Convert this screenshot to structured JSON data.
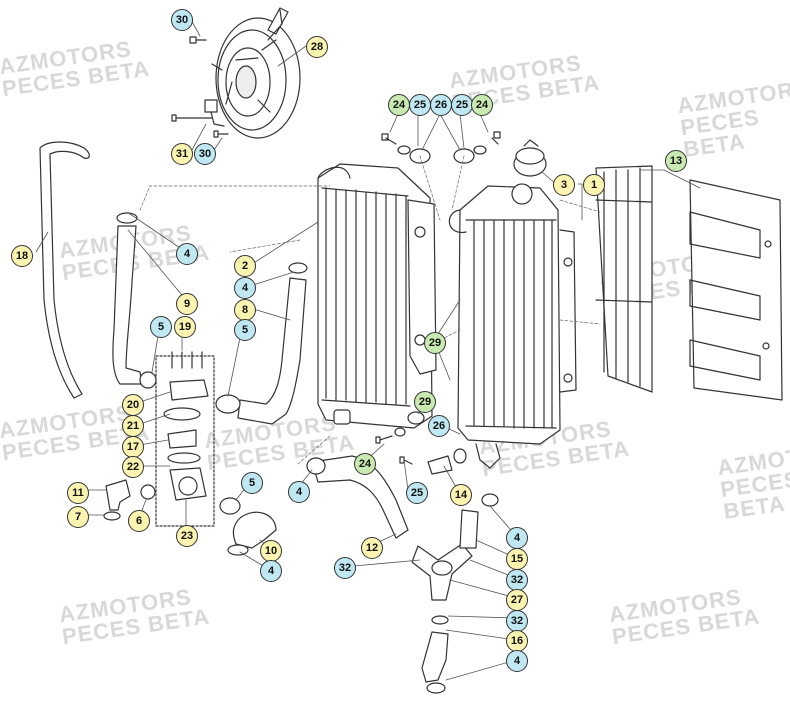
{
  "watermark": {
    "line1": "AZMOTORS",
    "line2": "PECES BETA"
  },
  "colors": {
    "blue_callout": "#bfe8f2",
    "yellow_callout": "#fbf4b0",
    "green_callout": "#c8eab0",
    "line": "#333333",
    "watermark": "#d8d8d8"
  },
  "callouts": [
    {
      "id": "30a",
      "label": "30",
      "color": "blue"
    },
    {
      "id": "28",
      "label": "28",
      "color": "yellow"
    },
    {
      "id": "31",
      "label": "31",
      "color": "yellow"
    },
    {
      "id": "30b",
      "label": "30",
      "color": "blue"
    },
    {
      "id": "24a",
      "label": "24",
      "color": "green"
    },
    {
      "id": "25a",
      "label": "25",
      "color": "blue"
    },
    {
      "id": "26a",
      "label": "26",
      "color": "blue"
    },
    {
      "id": "25b",
      "label": "25",
      "color": "blue"
    },
    {
      "id": "24b",
      "label": "24",
      "color": "green"
    },
    {
      "id": "13",
      "label": "13",
      "color": "green"
    },
    {
      "id": "3",
      "label": "3",
      "color": "yellow"
    },
    {
      "id": "1",
      "label": "1",
      "color": "yellow"
    },
    {
      "id": "18",
      "label": "18",
      "color": "yellow"
    },
    {
      "id": "2",
      "label": "2",
      "color": "yellow"
    },
    {
      "id": "4a",
      "label": "4",
      "color": "blue"
    },
    {
      "id": "4b",
      "label": "4",
      "color": "blue"
    },
    {
      "id": "9",
      "label": "9",
      "color": "yellow"
    },
    {
      "id": "8",
      "label": "8",
      "color": "yellow"
    },
    {
      "id": "5a",
      "label": "5",
      "color": "blue"
    },
    {
      "id": "19",
      "label": "19",
      "color": "yellow"
    },
    {
      "id": "5b",
      "label": "5",
      "color": "blue"
    },
    {
      "id": "29a",
      "label": "29",
      "color": "green"
    },
    {
      "id": "20",
      "label": "20",
      "color": "yellow"
    },
    {
      "id": "21",
      "label": "21",
      "color": "yellow"
    },
    {
      "id": "17",
      "label": "17",
      "color": "yellow"
    },
    {
      "id": "22",
      "label": "22",
      "color": "yellow"
    },
    {
      "id": "29b",
      "label": "29",
      "color": "green"
    },
    {
      "id": "26b",
      "label": "26",
      "color": "blue"
    },
    {
      "id": "24c",
      "label": "24",
      "color": "green"
    },
    {
      "id": "4c",
      "label": "4",
      "color": "blue"
    },
    {
      "id": "25c",
      "label": "25",
      "color": "blue"
    },
    {
      "id": "14",
      "label": "14",
      "color": "yellow"
    },
    {
      "id": "5c",
      "label": "5",
      "color": "blue"
    },
    {
      "id": "11",
      "label": "11",
      "color": "yellow"
    },
    {
      "id": "7",
      "label": "7",
      "color": "yellow"
    },
    {
      "id": "6",
      "label": "6",
      "color": "yellow"
    },
    {
      "id": "23",
      "label": "23",
      "color": "yellow"
    },
    {
      "id": "10",
      "label": "10",
      "color": "yellow"
    },
    {
      "id": "4d",
      "label": "4",
      "color": "blue"
    },
    {
      "id": "4e",
      "label": "4",
      "color": "blue"
    },
    {
      "id": "12",
      "label": "12",
      "color": "yellow"
    },
    {
      "id": "15",
      "label": "15",
      "color": "yellow"
    },
    {
      "id": "32a",
      "label": "32",
      "color": "blue"
    },
    {
      "id": "32b",
      "label": "32",
      "color": "blue"
    },
    {
      "id": "27",
      "label": "27",
      "color": "yellow"
    },
    {
      "id": "32c",
      "label": "32",
      "color": "blue"
    },
    {
      "id": "16",
      "label": "16",
      "color": "yellow"
    },
    {
      "id": "4f",
      "label": "4",
      "color": "blue"
    }
  ]
}
